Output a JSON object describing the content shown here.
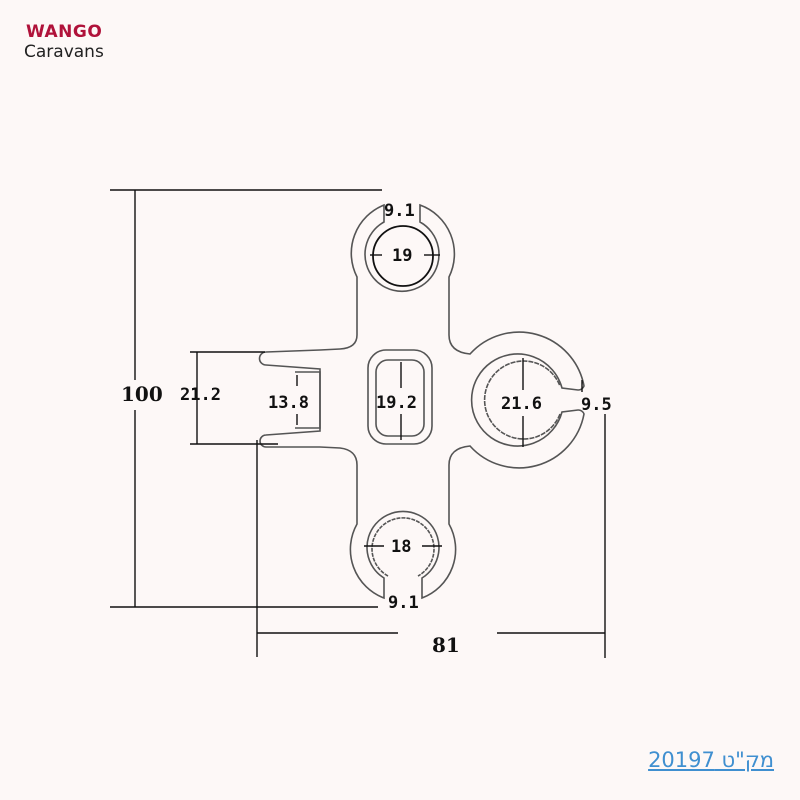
{
  "logo": {
    "line1": "WANGO",
    "line2": "Caravans",
    "brand_color": "#b0123a"
  },
  "dimensions": {
    "overall_height": "100",
    "overall_width": "81",
    "left_slot_outer": "21.2",
    "left_slot_inner": "13.8",
    "top_opening": "9.1",
    "top_hole": "19",
    "center_hole": "19.2",
    "right_hole": "21.6",
    "right_opening": "9.5",
    "bottom_hole": "18",
    "bottom_opening": "9.1"
  },
  "sku_label": "מק\"ט 20197",
  "colors": {
    "background": "#fdf8f7",
    "outline": "#555555",
    "sku_link": "#3f8fd0"
  }
}
